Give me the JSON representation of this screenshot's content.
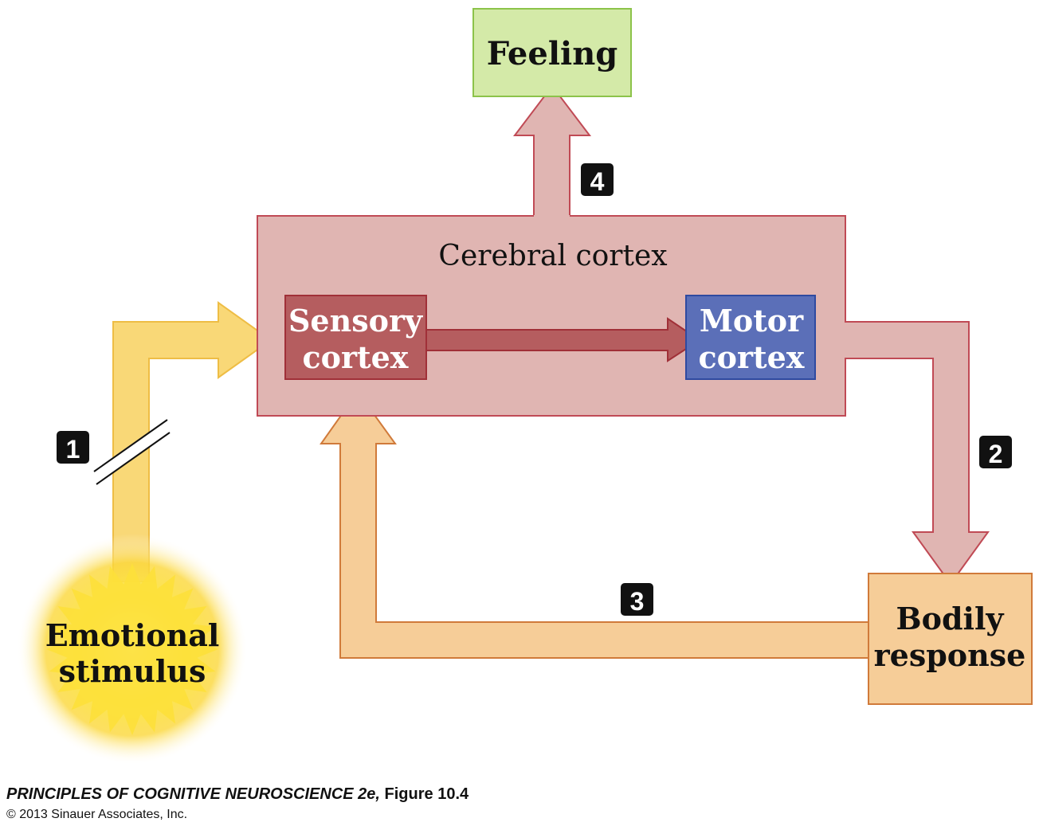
{
  "nodes": {
    "feeling": "Feeling",
    "cerebral_cortex": "Cerebral cortex",
    "sensory_cortex": [
      "Sensory",
      "cortex"
    ],
    "motor_cortex": [
      "Motor",
      "cortex"
    ],
    "bodily_response": [
      "Bodily",
      "response"
    ],
    "emotional_stimulus": [
      "Emotional",
      "stimulus"
    ]
  },
  "steps": [
    "1",
    "2",
    "3",
    "4"
  ],
  "caption": {
    "title": "PRINCIPLES OF COGNITIVE NEUROSCIENCE 2e,",
    "figure": "Figure 10.4",
    "copyright": "© 2013 Sinauer Associates, Inc."
  },
  "colors": {
    "cortex": "#e0b5b2",
    "sensory": "#b55d5f",
    "motor": "#5b6fb8",
    "feeling": "#d4eaa8",
    "bodily": "#f6cd98",
    "stimulus_arrow": "#f9d877"
  }
}
